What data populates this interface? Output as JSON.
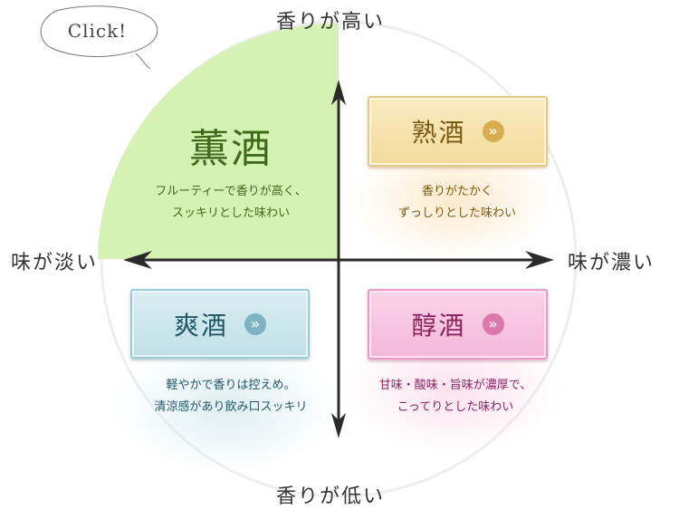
{
  "axes": {
    "top": "香りが高い",
    "bottom": "香りが低い",
    "left": "味が淡い",
    "right": "味が濃い"
  },
  "click_bubble": "Click!",
  "quadrants": {
    "kunshu": {
      "name": "薫酒",
      "description_line1": "フルーティーで香りが高く、",
      "description_line2": "スッキリとした味わい",
      "color": "#3f6a1b"
    },
    "jukushu": {
      "name": "熟酒",
      "arrow": "»",
      "description_line1": "香りがたかく",
      "description_line2": "ずっしりとした味わい",
      "color": "#7a5a10"
    },
    "soushu": {
      "name": "爽酒",
      "arrow": "»",
      "description_line1": "軽やかで香りは控えめ。",
      "description_line2": "清涼感があり飲み口スッキリ",
      "color": "#235766"
    },
    "junshu": {
      "name": "醇酒",
      "arrow": "»",
      "description_line1": "甘味・酸味・旨味が濃厚で、",
      "description_line2": "こってりとした味わい",
      "color": "#8a2460"
    }
  }
}
